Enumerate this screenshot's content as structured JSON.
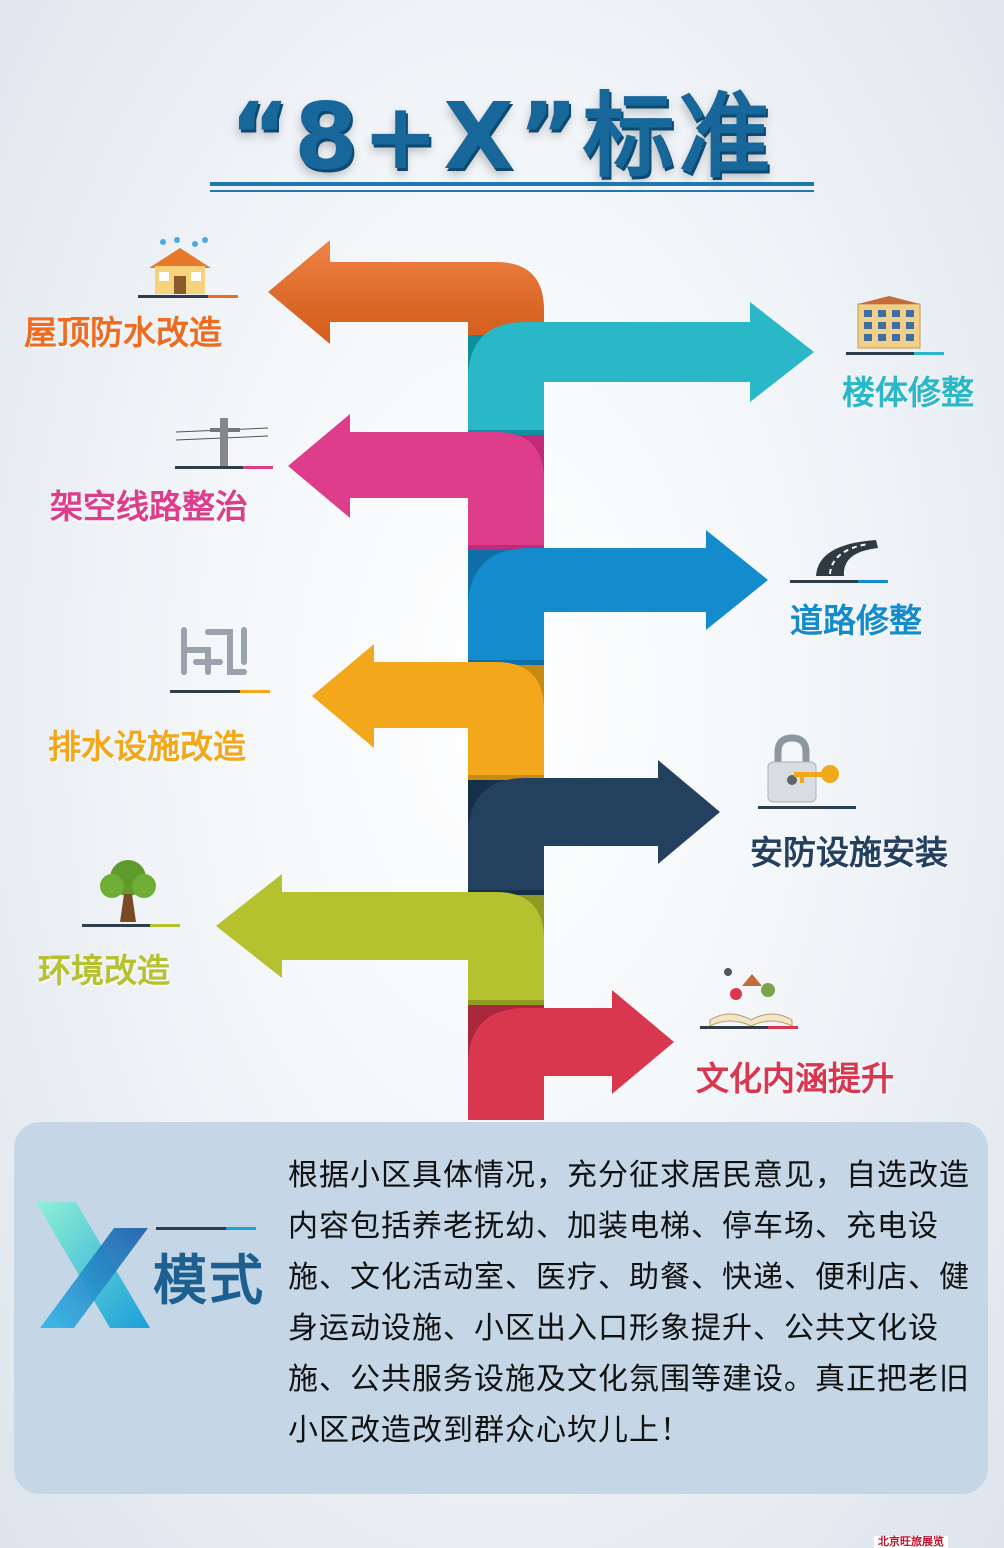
{
  "title": "“8+X”标准",
  "items": [
    {
      "label": "屋顶防水改造",
      "color": "#f06a1f",
      "icon": "house-icon"
    },
    {
      "label": "楼体修整",
      "color": "#2ab8c9",
      "icon": "building-icon"
    },
    {
      "label": "架空线路整治",
      "color": "#de3d8c",
      "icon": "utility-pole-icon"
    },
    {
      "label": "道路修整",
      "color": "#148bcc",
      "icon": "road-icon"
    },
    {
      "label": "排水设施改造",
      "color": "#f2a81a",
      "icon": "pipes-icon"
    },
    {
      "label": "安防设施安装",
      "color": "#24405f",
      "icon": "padlock-key-icon"
    },
    {
      "label": "环境改造",
      "color": "#b6c130",
      "icon": "tree-icon"
    },
    {
      "label": "文化内涵提升",
      "color": "#d9364f",
      "icon": "open-book-icon"
    }
  ],
  "x_mode": {
    "label": "模式",
    "logo": "X",
    "description": "根据小区具体情况，充分征求居民意见，自选改造内容包括养老抚幼、加装电梯、停车场、充电设施、文化活动室、医疗、助餐、快递、便利店、健身运动设施、小区出入口形象提升、公共文化设施、公共服务设施及文化氛围等建设。真正把老旧小区改造改到群众心坎儿上！"
  },
  "watermark": "北京旺旅展览"
}
